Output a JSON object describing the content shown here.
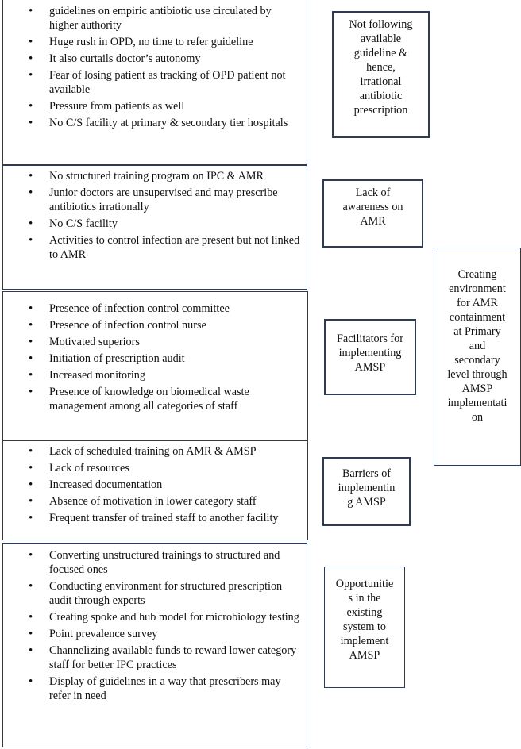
{
  "groups": [
    {
      "items": [
        "guidelines on empiric antibiotic use circulated by higher authority",
        "Huge rush in OPD, no time to refer guideline",
        "It also curtails doctor’s autonomy",
        "Fear of losing patient as tracking of OPD patient not available",
        "Pressure from patients as well",
        "No C/S facility at primary & secondary tier hospitals"
      ],
      "category": "Not following\navailable\nguideline &\nhence,\nirrational\nantibiotic\nprescription"
    },
    {
      "items": [
        "No structured training program on IPC & AMR",
        "Junior doctors are unsupervised and may prescribe antibiotics irrationally",
        "No C/S facility",
        "Activities to control infection are present but not linked to AMR"
      ],
      "category": "Lack of\nawareness on\nAMR"
    },
    {
      "items": [
        "Presence of infection control committee",
        "Presence of infection control nurse",
        "Motivated superiors",
        "Initiation of prescription audit",
        "Increased monitoring",
        "Presence of knowledge on biomedical waste management among all categories of staff"
      ],
      "category": "Facilitators for\nimplementing\nAMSP"
    },
    {
      "items": [
        "Lack of scheduled training on AMR & AMSP",
        "Lack of resources",
        "Increased documentation",
        "Absence of motivation in lower category staff",
        "Frequent transfer of trained staff to another facility"
      ],
      "category": "Barriers of\nimplementin\ng AMSP"
    },
    {
      "items": [
        "Converting unstructured trainings to structured and focused ones",
        "Conducting environment for structured prescription audit through experts",
        "Creating spoke and hub model for microbiology testing",
        "Point prevalence survey",
        "Channelizing available funds to reward lower category staff for better IPC practices",
        "Display of guidelines in a way that prescribers may refer in need"
      ],
      "category": "Opportunitie\ns in the\nexisting\nsystem to\nimplement\nAMSP"
    }
  ],
  "goal": "Creating\nenvironment\nfor AMR\ncontainment\nat Primary\nand\nsecondary\nlevel through\nAMSP\nimplementati\non"
}
